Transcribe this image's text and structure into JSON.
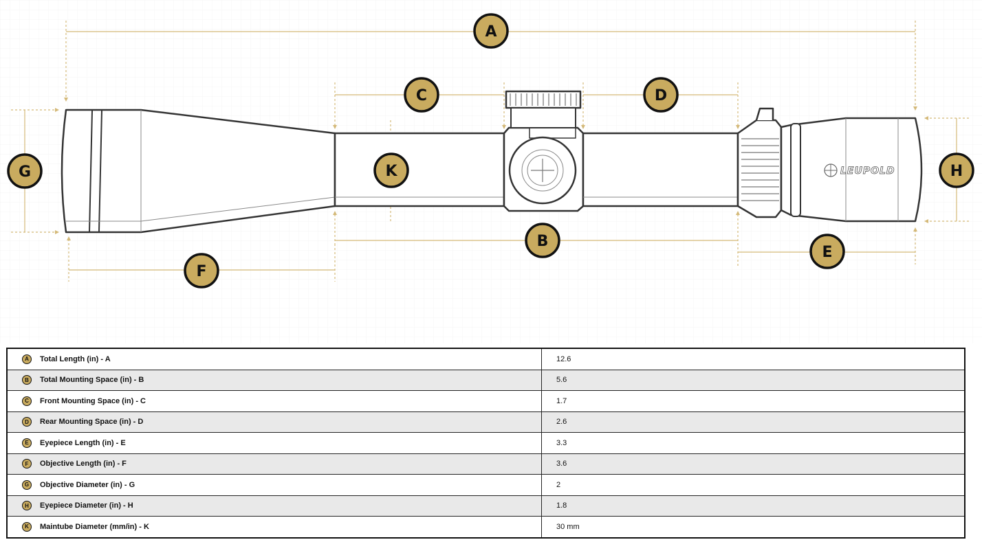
{
  "brand": "LEUPOLD",
  "colors": {
    "badge": "#c9ab5f",
    "guide": "#d4b978",
    "outline": "#333333"
  },
  "badges": [
    "A",
    "B",
    "C",
    "D",
    "E",
    "F",
    "G",
    "H",
    "K"
  ],
  "specs": [
    {
      "badge": "A",
      "label": "Total Length (in) - A",
      "value": "12.6"
    },
    {
      "badge": "B",
      "label": "Total Mounting Space (in) - B",
      "value": "5.6"
    },
    {
      "badge": "C",
      "label": "Front Mounting Space (in) - C",
      "value": "1.7"
    },
    {
      "badge": "D",
      "label": "Rear Mounting Space (in) - D",
      "value": "2.6"
    },
    {
      "badge": "E",
      "label": "Eyepiece Length (in) - E",
      "value": "3.3"
    },
    {
      "badge": "F",
      "label": "Objective Length (in) - F",
      "value": "3.6"
    },
    {
      "badge": "G",
      "label": "Objective Diameter (in) - G",
      "value": "2"
    },
    {
      "badge": "H",
      "label": "Eyepiece Diameter (in) - H",
      "value": "1.8"
    },
    {
      "badge": "K",
      "label": "Maintube Diameter (mm/in) - K",
      "value": "30 mm"
    }
  ]
}
